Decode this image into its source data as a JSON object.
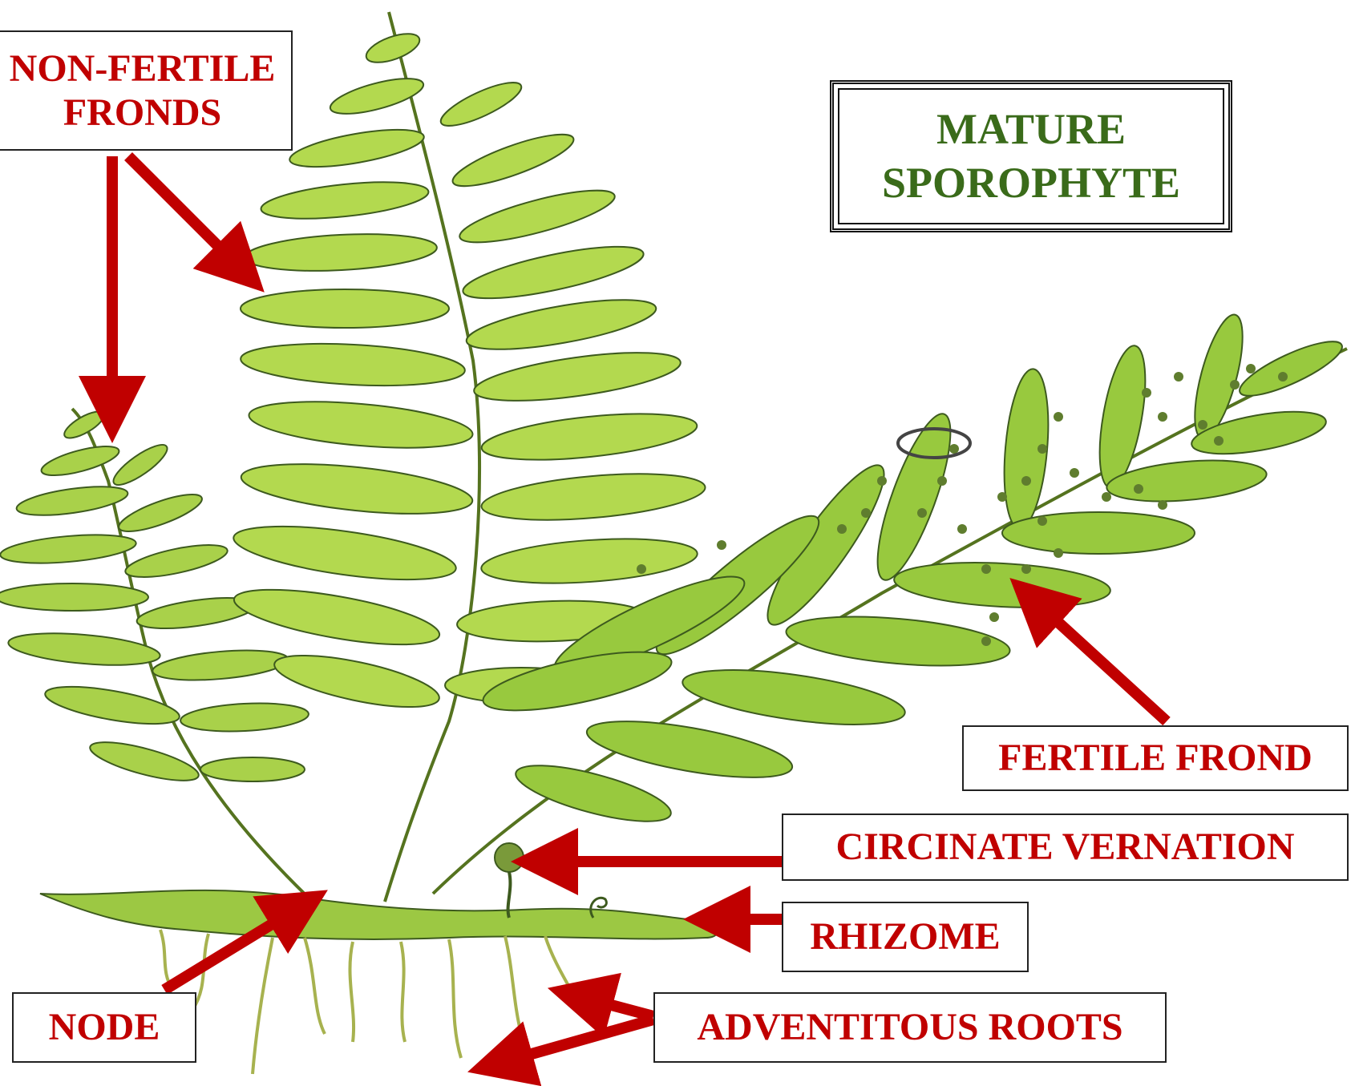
{
  "title": {
    "line1": "MATURE",
    "line2": "SPOROPHYTE"
  },
  "labels": {
    "non_fertile_line1": "NON-FERTILE",
    "non_fertile_line2": "FRONDS",
    "fertile_frond": "FERTILE FROND",
    "circinate_vernation": "CIRCINATE VERNATION",
    "rhizome": "RHIZOME",
    "node": "NODE",
    "adventitious_roots": "ADVENTITOUS ROOTS"
  },
  "colors": {
    "label_text": "#c00000",
    "arrow": "#c00000",
    "title_text": "#3a6b1a",
    "frond_fill": "#a9d14a",
    "frond_outline": "#3d5a1e",
    "sorus": "#5f7d2e"
  }
}
